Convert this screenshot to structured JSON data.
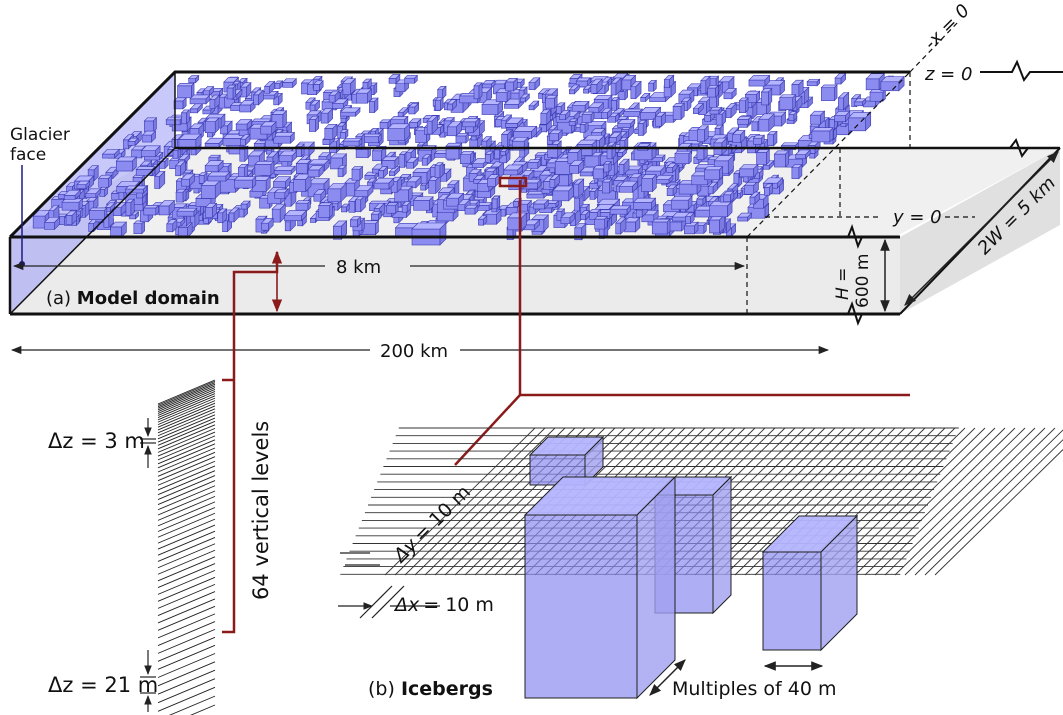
{
  "colors": {
    "domain_outline": "#111111",
    "floor_fill": "#ebebeb",
    "iceberg_fill": "#8c8cf0",
    "iceberg_top": "#b4b4ff",
    "iceberg_edge": "#3c3cb4",
    "callout_line": "#8b1a1a",
    "text": "#111111"
  },
  "labels": {
    "glacier_face": [
      "Glacier",
      "face"
    ],
    "panel_a_prefix": "(a) ",
    "panel_a_title": "Model domain",
    "panel_b_prefix": "(b) ",
    "panel_b_title": "Icebergs",
    "x_zero": "-x = 0",
    "z_zero": "z = 0",
    "y_zero": "y = 0",
    "width_2w": "2W = 5 km",
    "depth_h": [
      "H =",
      "600 m"
    ],
    "span_8km": "8 km",
    "span_200km": "200 km",
    "vertical_levels": "64 vertical levels",
    "dz_top": "Δz = 3 m",
    "dz_bottom": "Δz = 21 m",
    "dy": "Δy = 10 m",
    "dx": "Δx = 10 m",
    "multiples": "Multiples of 40 m"
  },
  "icons": {
    "break_marker": "zigzag-break-icon",
    "dimension_arrow": "double-arrow-icon"
  }
}
